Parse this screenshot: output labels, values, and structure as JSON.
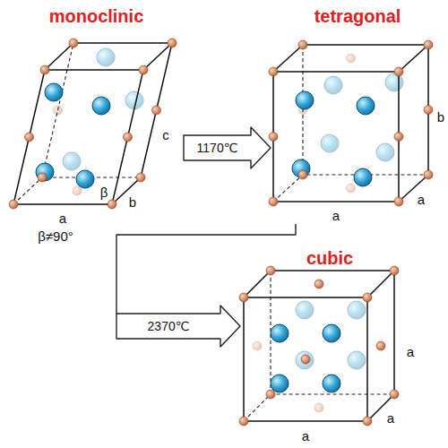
{
  "diagram": {
    "nodes": [
      {
        "text": [
          "monoclinic"
        ]
      },
      {
        "text": [
          "tetragonal"
        ]
      },
      {
        "text": [
          "cubic"
        ]
      }
    ],
    "edges": [
      {
        "from": 0,
        "to": 1,
        "label": "1170℃",
        "arrow": "to"
      },
      {
        "from": 1,
        "to": 2,
        "label": "2370℃",
        "arrow": "to"
      }
    ],
    "labels": [
      "c",
      "β",
      "a",
      "b",
      "β≠90°",
      "b",
      "a",
      "a",
      "a",
      "a",
      "a"
    ]
  }
}
